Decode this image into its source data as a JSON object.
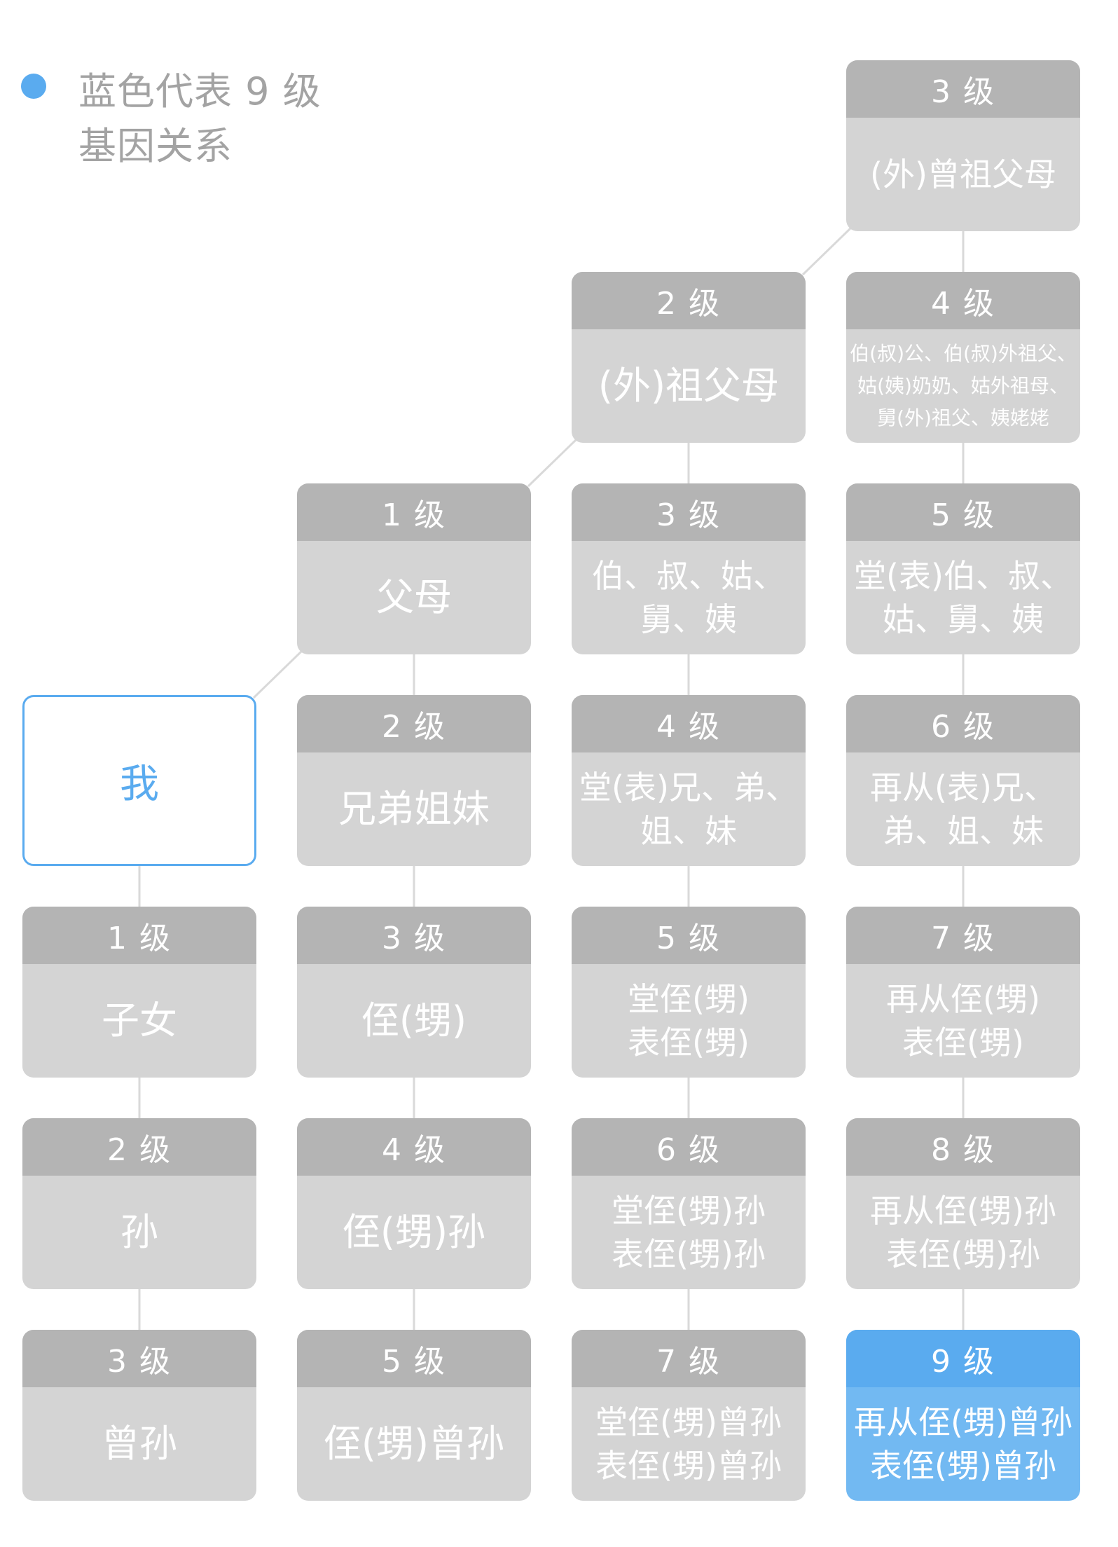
{
  "legend": {
    "line1": "蓝色代表 9 级",
    "line2": "基因关系"
  },
  "colors": {
    "node_header": "#b4b4b4",
    "node_body": "#d4d4d4",
    "highlight": "#5aabef",
    "connector": "#d9d9d9"
  },
  "self": {
    "label": "我"
  },
  "nodes": [
    {
      "id": "great-grandparents",
      "col": 3,
      "row": 0,
      "level": "3 级",
      "lines": [
        "(外)曾祖父母"
      ],
      "size": "md"
    },
    {
      "id": "grandparents",
      "col": 2,
      "row": 1,
      "level": "2 级",
      "lines": [
        "(外)祖父母"
      ],
      "size": "lg"
    },
    {
      "id": "grand-uncles-aunts",
      "col": 3,
      "row": 1,
      "level": "4 级",
      "lines": [
        "伯(叔)公、伯(叔)外祖父、",
        "姑(姨)奶奶、姑外祖母、",
        "舅(外)祖父、姨姥姥"
      ],
      "size": "sm"
    },
    {
      "id": "parents",
      "col": 1,
      "row": 2,
      "level": "1 级",
      "lines": [
        "父母"
      ],
      "size": "lg"
    },
    {
      "id": "uncles-aunts",
      "col": 2,
      "row": 2,
      "level": "3 级",
      "lines": [
        "伯、叔、姑、",
        "舅、姨"
      ],
      "size": "md"
    },
    {
      "id": "parents-cousins",
      "col": 3,
      "row": 2,
      "level": "5 级",
      "lines": [
        "堂(表)伯、叔、",
        "姑、舅、姨"
      ],
      "size": "md"
    },
    {
      "id": "siblings",
      "col": 1,
      "row": 3,
      "level": "2 级",
      "lines": [
        "兄弟姐妹"
      ],
      "size": "lg"
    },
    {
      "id": "cousins",
      "col": 2,
      "row": 3,
      "level": "4 级",
      "lines": [
        "堂(表)兄、弟、",
        "姐、妹"
      ],
      "size": "md"
    },
    {
      "id": "second-cousins",
      "col": 3,
      "row": 3,
      "level": "6 级",
      "lines": [
        "再从(表)兄、",
        "弟、姐、妹"
      ],
      "size": "md"
    },
    {
      "id": "children",
      "col": 0,
      "row": 4,
      "level": "1 级",
      "lines": [
        "子女"
      ],
      "size": "lg"
    },
    {
      "id": "nephews",
      "col": 1,
      "row": 4,
      "level": "3 级",
      "lines": [
        "侄(甥)"
      ],
      "size": "lg"
    },
    {
      "id": "cousins-children",
      "col": 2,
      "row": 4,
      "level": "5 级",
      "lines": [
        "堂侄(甥)",
        "表侄(甥)"
      ],
      "size": "md"
    },
    {
      "id": "second-cousins-children",
      "col": 3,
      "row": 4,
      "level": "7 级",
      "lines": [
        "再从侄(甥)",
        "表侄(甥)"
      ],
      "size": "md"
    },
    {
      "id": "grandchildren",
      "col": 0,
      "row": 5,
      "level": "2 级",
      "lines": [
        "孙"
      ],
      "size": "lg"
    },
    {
      "id": "grand-nephews",
      "col": 1,
      "row": 5,
      "level": "4 级",
      "lines": [
        "侄(甥)孙"
      ],
      "size": "lg"
    },
    {
      "id": "cousins-grandchildren",
      "col": 2,
      "row": 5,
      "level": "6 级",
      "lines": [
        "堂侄(甥)孙",
        "表侄(甥)孙"
      ],
      "size": "md"
    },
    {
      "id": "second-cousins-grandchildren",
      "col": 3,
      "row": 5,
      "level": "8 级",
      "lines": [
        "再从侄(甥)孙",
        "表侄(甥)孙"
      ],
      "size": "md"
    },
    {
      "id": "great-grandchildren",
      "col": 0,
      "row": 6,
      "level": "3 级",
      "lines": [
        "曾孙"
      ],
      "size": "lg"
    },
    {
      "id": "great-grand-nephews",
      "col": 1,
      "row": 6,
      "level": "5 级",
      "lines": [
        "侄(甥)曾孙"
      ],
      "size": "lg"
    },
    {
      "id": "cousins-great-grandchildren",
      "col": 2,
      "row": 6,
      "level": "7 级",
      "lines": [
        "堂侄(甥)曾孙",
        "表侄(甥)曾孙"
      ],
      "size": "md"
    },
    {
      "id": "second-cousins-great-grandchildren",
      "col": 3,
      "row": 6,
      "level": "9 级",
      "lines": [
        "再从侄(甥)曾孙",
        "表侄(甥)曾孙"
      ],
      "size": "md",
      "highlight": true
    }
  ]
}
